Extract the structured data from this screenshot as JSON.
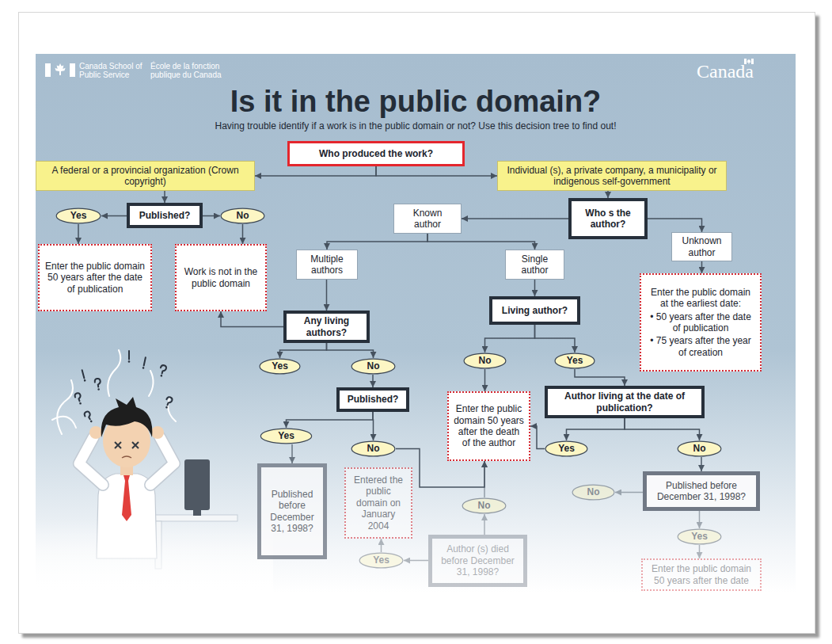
{
  "diagram": {
    "title": "Is it in the public domain?",
    "nodes": [
      {
        "text": [
          "Who produced the work?"
        ]
      },
      {
        "text": [
          "A federal or a provincial organization (Crown copyright)"
        ]
      },
      {
        "text": [
          "Individual (s), a private company, a municipality or indigenous self-government"
        ]
      },
      {
        "text": [
          "Yes"
        ]
      },
      {
        "text": [
          "Published?"
        ]
      },
      {
        "text": [
          "No"
        ]
      },
      {
        "text": [
          "Known author"
        ]
      },
      {
        "text": [
          "Who s the author?"
        ]
      },
      {
        "text": [
          "Enter the public domain 50 years after the date of publication"
        ]
      },
      {
        "text": [
          "Work is not in the public domain"
        ]
      },
      {
        "text": [
          "Multiple authors"
        ]
      },
      {
        "text": [
          "Single author"
        ]
      },
      {
        "text": [
          "Unknown author"
        ]
      },
      {
        "text": [
          "Any living authors?"
        ]
      },
      {
        "text": [
          "Living author?"
        ]
      },
      {
        "text": [
          "Enter the public domain at the earliest date:",
          "• 50 years after the date of publication",
          "• 75 years after the year of creation"
        ]
      },
      {
        "text": [
          "Yes"
        ]
      },
      {
        "text": [
          "No"
        ]
      },
      {
        "text": [
          "No"
        ]
      },
      {
        "text": [
          "Yes"
        ]
      },
      {
        "text": [
          "Published?"
        ]
      },
      {
        "text": [
          "Author living at the date of publication?"
        ]
      },
      {
        "text": [
          "Enter the public domain 50 years after the death of the author"
        ]
      },
      {
        "text": [
          "Yes"
        ]
      },
      {
        "text": [
          "No"
        ]
      },
      {
        "text": [
          "Yes"
        ]
      },
      {
        "text": [
          "No"
        ]
      },
      {
        "text": [
          "Published before December 31, 1998?"
        ]
      },
      {
        "text": [
          "Entered the public domain on January 2004"
        ]
      },
      {
        "text": [
          "No"
        ]
      },
      {
        "text": [
          "Published before December 31, 1998?"
        ]
      },
      {
        "text": [
          "No"
        ]
      },
      {
        "text": [
          "Yes"
        ]
      },
      {
        "text": [
          "Author (s) died before December 31, 1998?"
        ]
      },
      {
        "text": [
          "Yes"
        ]
      },
      {
        "text": [
          "Enter the public domain 50 years after the date"
        ]
      }
    ],
    "edges": [
      {
        "from": 0,
        "to": 1,
        "arrow": "to"
      },
      {
        "from": 0,
        "to": 2,
        "arrow": "to"
      },
      {
        "from": 1,
        "to": 4,
        "arrow": "to"
      },
      {
        "from": 4,
        "to": 3,
        "arrow": "to"
      },
      {
        "from": 4,
        "to": 5,
        "arrow": "to"
      },
      {
        "from": 3,
        "to": 8,
        "arrow": "to"
      },
      {
        "from": 5,
        "to": 9,
        "arrow": "to"
      },
      {
        "from": 2,
        "to": 7,
        "arrow": "to"
      },
      {
        "from": 7,
        "to": 6,
        "arrow": "to"
      },
      {
        "from": 7,
        "to": 12,
        "arrow": "to"
      },
      {
        "from": 6,
        "to": 10,
        "arrow": "to"
      },
      {
        "from": 6,
        "to": 11,
        "arrow": "to"
      },
      {
        "from": 10,
        "to": 13,
        "arrow": "to"
      },
      {
        "from": 11,
        "to": 14,
        "arrow": "to"
      },
      {
        "from": 12,
        "to": 15,
        "arrow": "to"
      },
      {
        "from": 13,
        "to": 9,
        "arrow": "to"
      },
      {
        "from": 13,
        "to": 16,
        "arrow": "to"
      },
      {
        "from": 13,
        "to": 17,
        "arrow": "to"
      },
      {
        "from": 14,
        "to": 18,
        "arrow": "to"
      },
      {
        "from": 14,
        "to": 19,
        "arrow": "to"
      },
      {
        "from": 17,
        "to": 20,
        "arrow": "to"
      },
      {
        "from": 18,
        "to": 22,
        "arrow": "to"
      },
      {
        "from": 19,
        "to": 21,
        "arrow": "to"
      },
      {
        "from": 20,
        "to": 23,
        "arrow": "to"
      },
      {
        "from": 20,
        "to": 24,
        "arrow": "to"
      },
      {
        "from": 21,
        "to": 25,
        "arrow": "to"
      },
      {
        "from": 21,
        "to": 26,
        "arrow": "to"
      },
      {
        "from": 25,
        "to": 22,
        "arrow": "to"
      },
      {
        "from": 23,
        "to": 27,
        "arrow": "to"
      },
      {
        "from": 24,
        "to": 22,
        "arrow": "to"
      },
      {
        "from": 26,
        "to": 30,
        "arrow": "to"
      },
      {
        "from": 30,
        "to": 29,
        "arrow": "to"
      },
      {
        "from": 30,
        "to": 34,
        "arrow": "to"
      },
      {
        "from": 34,
        "to": 35,
        "arrow": "to"
      },
      {
        "from": 33,
        "to": 31,
        "arrow": "to"
      },
      {
        "from": 31,
        "to": 22,
        "arrow": "to"
      },
      {
        "from": 33,
        "to": 32,
        "arrow": "to"
      },
      {
        "from": 32,
        "to": 28,
        "arrow": "to"
      }
    ],
    "labels": [
      "Canada School of Public Service",
      "École de la fonction publique du Canada",
      "Canada",
      "Having trouble identify if a work is in the public domain or not? Use this decision tree to find out!"
    ]
  }
}
